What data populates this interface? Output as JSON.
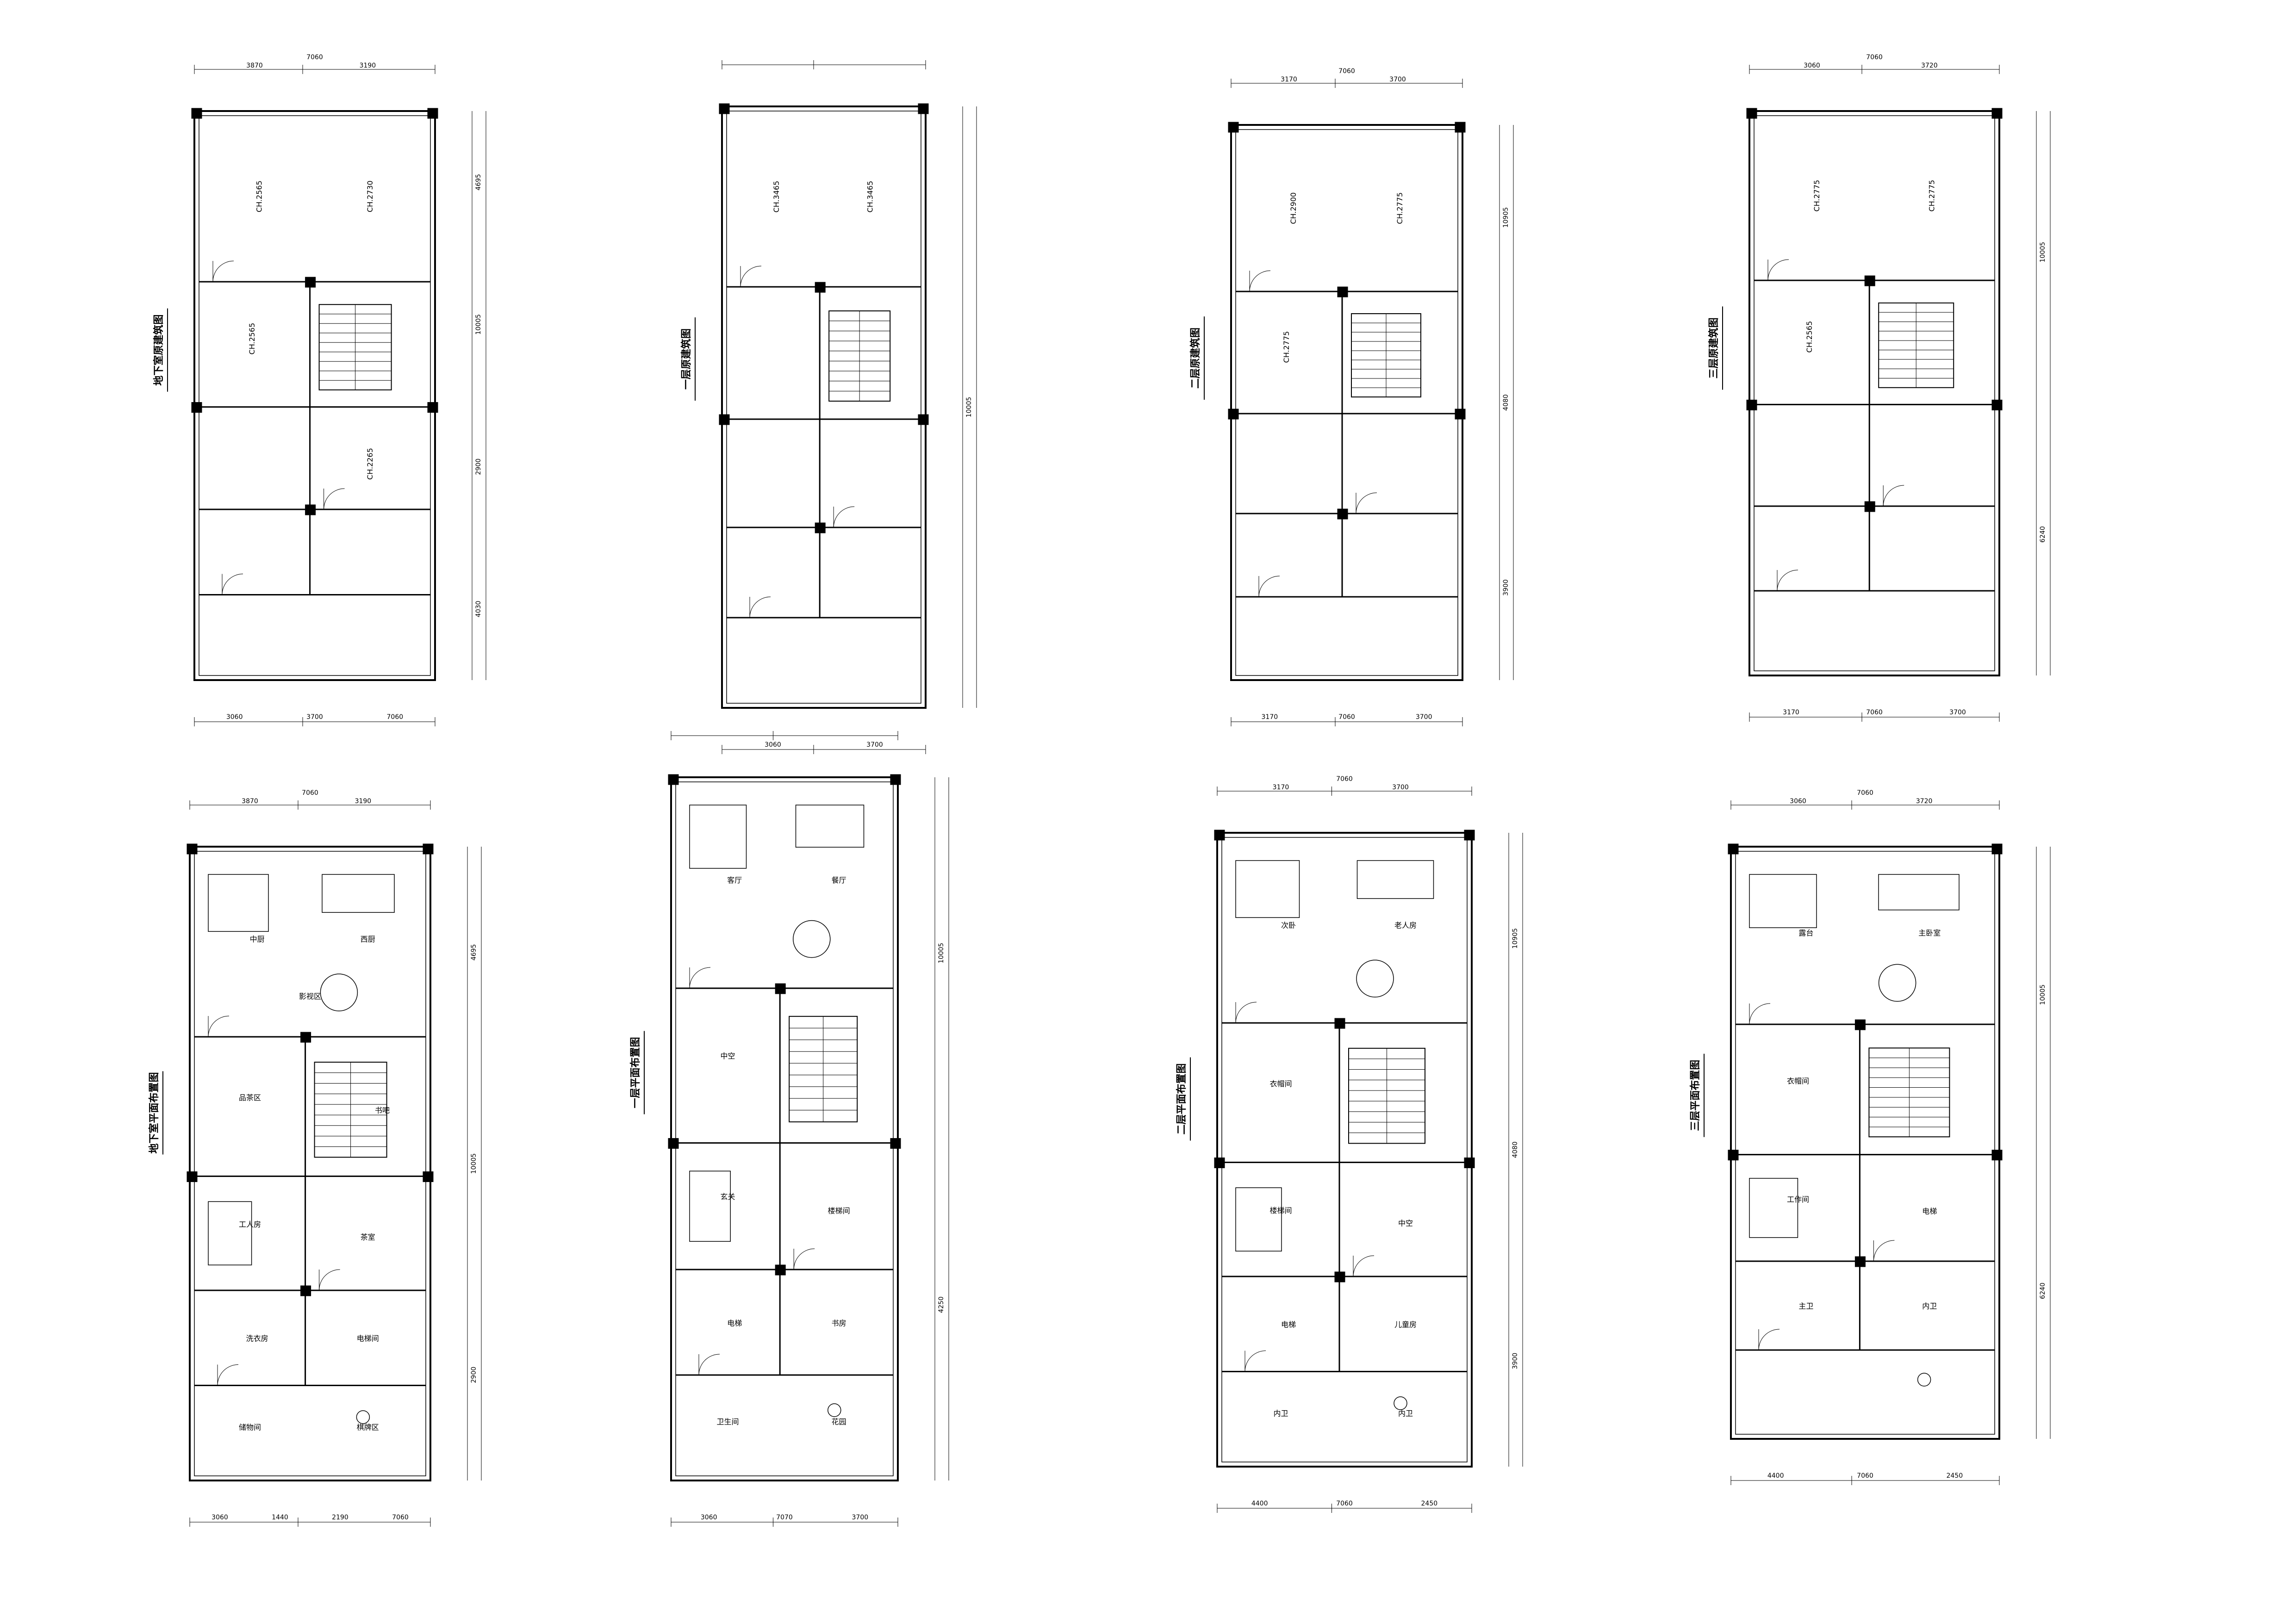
{
  "sheet": {
    "plans": [
      {
        "id": "basement-original",
        "title": "地下室原建筑图",
        "top_dims": [
          "7060",
          "3870",
          "3190"
        ],
        "bottom_dims": [
          "3060",
          "3700",
          "7060"
        ],
        "right_dims": [
          "4695",
          "10005",
          "2900",
          "4030"
        ],
        "room_tags": [
          "CH.2565",
          "CH.2730",
          "CH.2565",
          "CH.2265"
        ]
      },
      {
        "id": "ground-original",
        "title": "一层原建筑图",
        "top_dims": [],
        "bottom_dims": [
          "3060",
          "3700"
        ],
        "right_dims": [
          "10005"
        ],
        "room_tags": [
          "CH.3465",
          "CH.3465"
        ]
      },
      {
        "id": "second-original",
        "title": "二层原建筑图",
        "top_dims": [
          "7060",
          "3170",
          "3700"
        ],
        "bottom_dims": [
          "3170",
          "7060",
          "3700"
        ],
        "right_dims": [
          "10905",
          "4080",
          "3900"
        ],
        "room_tags": [
          "CH.2900",
          "CH.2775",
          "CH.2775"
        ]
      },
      {
        "id": "third-original",
        "title": "三层原建筑图",
        "top_dims": [
          "7060",
          "3060",
          "3720"
        ],
        "bottom_dims": [
          "3170",
          "7060",
          "3700"
        ],
        "right_dims": [
          "10005",
          "6240"
        ],
        "room_tags": [
          "CH.2775",
          "CH.2775",
          "CH.2565"
        ]
      },
      {
        "id": "basement-layout",
        "title": "地下室平面布置图",
        "top_dims": [
          "7060",
          "3870",
          "3190"
        ],
        "bottom_dims": [
          "3060",
          "1440",
          "2190",
          "7060"
        ],
        "right_dims": [
          "4695",
          "10005",
          "2900"
        ],
        "room_labels": [
          "中厨",
          "西厨",
          "品茶区",
          "茶室",
          "工人房",
          "洗衣房",
          "电梯间",
          "储物间",
          "棋牌区",
          "影视区",
          "书吧"
        ]
      },
      {
        "id": "ground-layout",
        "title": "一层平面布置图",
        "top_dims": [],
        "bottom_dims": [
          "3060",
          "7070",
          "3700"
        ],
        "right_dims": [
          "10005",
          "4250"
        ],
        "room_labels": [
          "客厅",
          "餐厅",
          "中空",
          "楼梯间",
          "玄关",
          "电梯",
          "书房",
          "卫生间",
          "花园"
        ]
      },
      {
        "id": "second-layout",
        "title": "二层平面布置图",
        "top_dims": [
          "7060",
          "3170",
          "3700"
        ],
        "bottom_dims": [
          "4400",
          "7060",
          "2450"
        ],
        "right_dims": [
          "10905",
          "4080",
          "3900"
        ],
        "room_labels": [
          "次卧",
          "老人房",
          "衣帽间",
          "中空",
          "楼梯间",
          "电梯",
          "儿童房",
          "内卫",
          "内卫"
        ]
      },
      {
        "id": "third-layout",
        "title": "三层平面布置图",
        "top_dims": [
          "7060",
          "3060",
          "3720"
        ],
        "bottom_dims": [
          "4400",
          "7060",
          "2450"
        ],
        "right_dims": [
          "10005",
          "6240"
        ],
        "room_labels": [
          "露台",
          "主卧室",
          "衣帽间",
          "电梯",
          "工作间",
          "主卫",
          "内卫"
        ]
      }
    ]
  }
}
